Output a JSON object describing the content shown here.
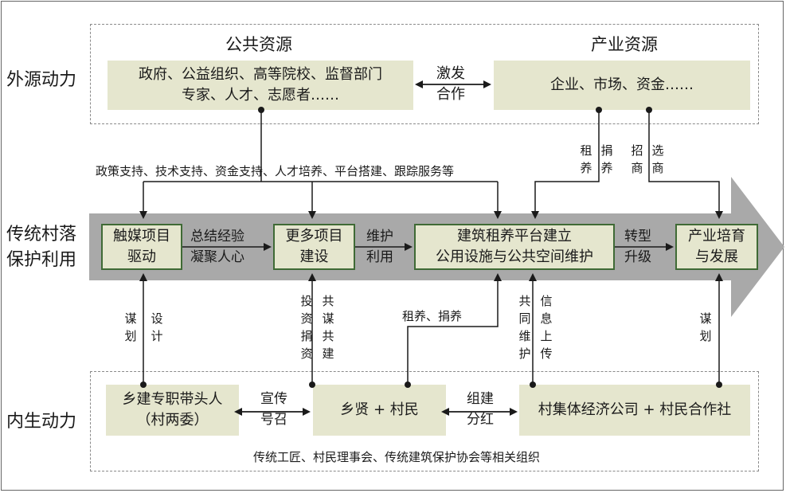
{
  "side_labels": {
    "external": "外源动力",
    "traditional_l1": "传统村落",
    "traditional_l2": "保护利用",
    "internal": "内生动力"
  },
  "top": {
    "public_title": "公共资源",
    "industry_title": "产业资源",
    "public_line1": "政府、公益组织、高等院校、监督部门",
    "public_line2": "专家、人才、志愿者……",
    "industry_line1": "企业、市场、资金……",
    "exchange_l1": "激发",
    "exchange_l2": "合作"
  },
  "support_text": "政策支持、技术支持、资金支持、人才培养、平台搭建、跟踪服务等",
  "rent_col1": "租养",
  "rent_col2": "捐养",
  "invest_col1": "招商",
  "invest_col2": "选商",
  "main": {
    "box1_l1": "触媒项目",
    "box1_l2": "驱动",
    "box2_l1": "更多项目",
    "box2_l2": "建设",
    "box3_l1": "建筑租养平台建立",
    "box3_l2": "公用设施与公共空间维护",
    "box4_l1": "产业培育",
    "box4_l2": "与发展",
    "link1_l1": "总结经验",
    "link1_l2": "凝聚人心",
    "link2_l1": "维护",
    "link2_l2": "利用",
    "link3_l1": "转型",
    "link3_l2": "升级"
  },
  "mid_labels": {
    "plan_col1": "谋划",
    "plan_col2": "设计",
    "invest_col1": "投资捐资",
    "invest_col2": "共谋共建",
    "rent_text": "租养、捐养",
    "maint_col1": "共同维护",
    "maint_col2": "信息上传",
    "plan2_col": "谋划"
  },
  "bottom": {
    "leader_l1": "乡建专职带头人",
    "leader_l2": "（村两委）",
    "promo_l1": "宣传",
    "promo_l2": "号召",
    "villagers": "乡贤 + 村民",
    "org_l1": "组建",
    "org_l2": "分红",
    "company": "村集体经济公司 + 村民合作社",
    "footer": "传统工匠、村民理事会、传统建筑保护协会等相关组织"
  },
  "colors": {
    "band": "#a9a9a9",
    "box_fill": "#e5e6ce",
    "box_border": "#3f6a35",
    "line": "#1a1a1a"
  }
}
